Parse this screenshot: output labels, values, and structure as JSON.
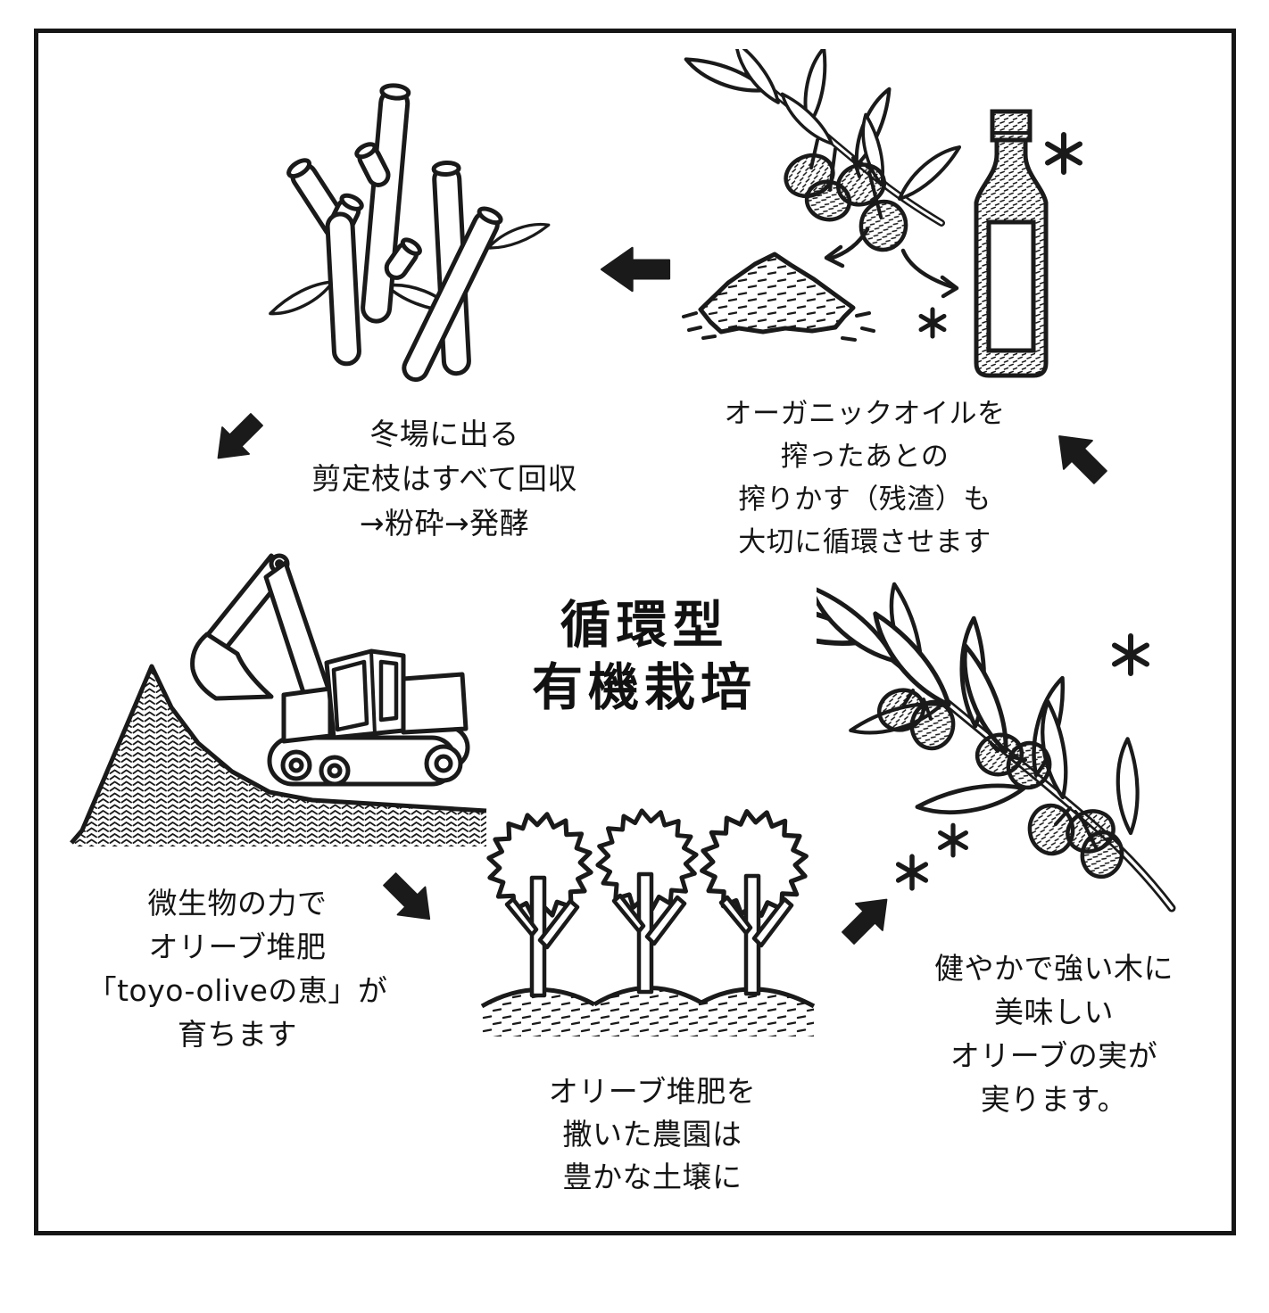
{
  "page": {
    "background": "#ffffff",
    "ink": "#1a1a1a"
  },
  "title": {
    "lines": [
      "循環型",
      "有機栽培"
    ]
  },
  "captions": {
    "pruning": {
      "lines": [
        "冬場に出る",
        "剪定枝はすべて回収",
        "→粉砕→発酵"
      ]
    },
    "oil_residue": {
      "lines": [
        "オーガニックオイルを",
        "搾ったあとの",
        "搾りかす（残渣）も",
        "大切に循環させます"
      ]
    },
    "compost": {
      "lines": [
        "微生物の力で",
        "オリーブ堆肥",
        "「toyo-oliveの恵」が",
        "育ちます"
      ]
    },
    "soil": {
      "lines": [
        "オリーブ堆肥を",
        "撒いた農園は",
        "豊かな土壌に"
      ]
    },
    "harvest": {
      "lines": [
        "健やかで強い木に",
        "美味しい",
        "オリーブの実が",
        "実ります。"
      ]
    }
  },
  "icons": {
    "sparkle": "sparkle-icon",
    "cycle_arrows": [
      "arrow-left-icon",
      "arrow-down-left-icon",
      "arrow-up-left-icon",
      "arrow-down-right-icon",
      "arrow-up-right-icon"
    ]
  }
}
